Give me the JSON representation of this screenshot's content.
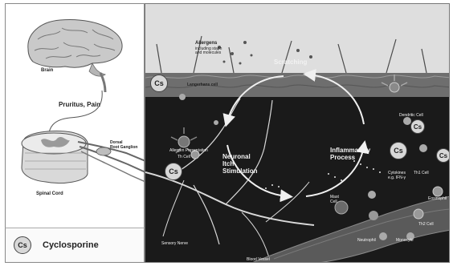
{
  "labels": {
    "brain": "Brain",
    "pruritus_pain": "Pruritus, Pain",
    "dorsal_root_ganglion": "Dorsal\nRoot Ganglion",
    "spinal_cord": "Spinal Cord",
    "allergens": "Allergens",
    "allergens_sub": "including staph\nand molecules",
    "scratching": "Scratching",
    "langerhans_cell": "Langerhans cell",
    "dendritic_cell": "Dendritic Cell",
    "allergen_presentation": "Allergen Presentation",
    "th_cell_left": "Th Cell",
    "neuronal_itch": "Neuronal\nItch\nStimulation",
    "inflammatory": "Inflammatory\nProcess",
    "cytokines": "Cytokines\ne.g. IFN-γ",
    "th1_cell": "Th1 Cell",
    "th2_cell": "Th2 Cell",
    "eosinophil": "Eosinophil",
    "mast_cell": "Mast\nCell",
    "neutrophil": "Neutrophil",
    "monocyte": "Monocyte",
    "sensory_nerve": "Sensory Nerve",
    "blood_vessel": "Blood Vessel"
  },
  "badge": "Cs",
  "legend": {
    "badge": "Cs",
    "text": "Cyclosporine"
  },
  "colors": {
    "skin_dark": "#101010",
    "dermis": "#1c1c1c",
    "arrow": "#f0f0f0",
    "badge_fill": "#d8d8d8"
  }
}
